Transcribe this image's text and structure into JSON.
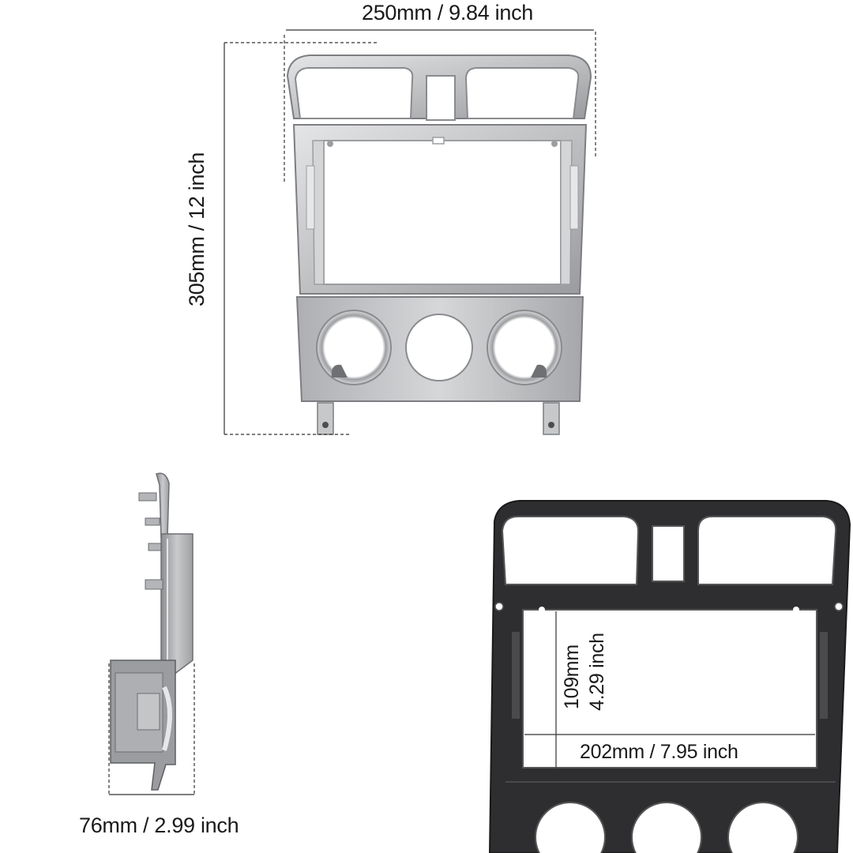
{
  "dimensions": {
    "width": "250mm / 9.84 inch",
    "height": "305mm / 12 inch",
    "depth": "76mm / 2.99 inch",
    "opening_width": "202mm / 7.95 inch",
    "opening_height_mm": "109mm",
    "opening_height_inch": "4.29 inch"
  },
  "colors": {
    "panel_silver": "#bfc0c2",
    "panel_silver_dark": "#8c8d90",
    "back_plastic": "#2c2c2e",
    "dimension_line": "#333333"
  }
}
